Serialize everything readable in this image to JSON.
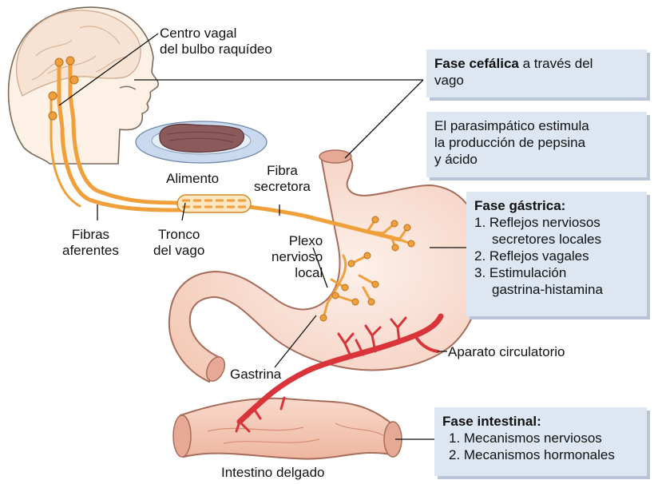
{
  "labels": {
    "centro_vagal_1": "Centro vagal",
    "centro_vagal_2": "del bulbo raquídeo",
    "alimento": "Alimento",
    "fibra_secretora_1": "Fibra",
    "fibra_secretora_2": "secretora",
    "fibras_aferentes_1": "Fibras",
    "fibras_aferentes_2": "aferentes",
    "tronco_vago_1": "Tronco",
    "tronco_vago_2": "del vago",
    "plexo_1": "Plexo",
    "plexo_2": "nervioso",
    "plexo_3": "local",
    "gastrina": "Gastrina",
    "aparato_circulatorio": "Aparato circulatorio",
    "intestino_delgado": "Intestino delgado"
  },
  "boxes": {
    "cefalica": {
      "title": "Fase cefálica",
      "text1": " a través del",
      "text2": "vago"
    },
    "parasimpatico": {
      "line1": "El parasimpático estimula",
      "line2": "la producción de pepsina",
      "line3": "y ácido"
    },
    "gastrica": {
      "title": "Fase gástrica:",
      "item1a": "1. Reflejos nerviosos",
      "item1b": "secretores locales",
      "item2": "2. Reflejos vagales",
      "item3a": "3. Estimulación",
      "item3b": "gastrina-histamina"
    },
    "intestinal": {
      "title": "Fase intestinal:",
      "item1": "1. Mecanismos nerviosos",
      "item2": "2. Mecanismos hormonales"
    }
  },
  "colors": {
    "nerve": "#f0a03a",
    "vessel": "#d8343a",
    "stomach": "#f6d6c8",
    "skin": "#fdf1e6",
    "box": "#dde6f1"
  }
}
